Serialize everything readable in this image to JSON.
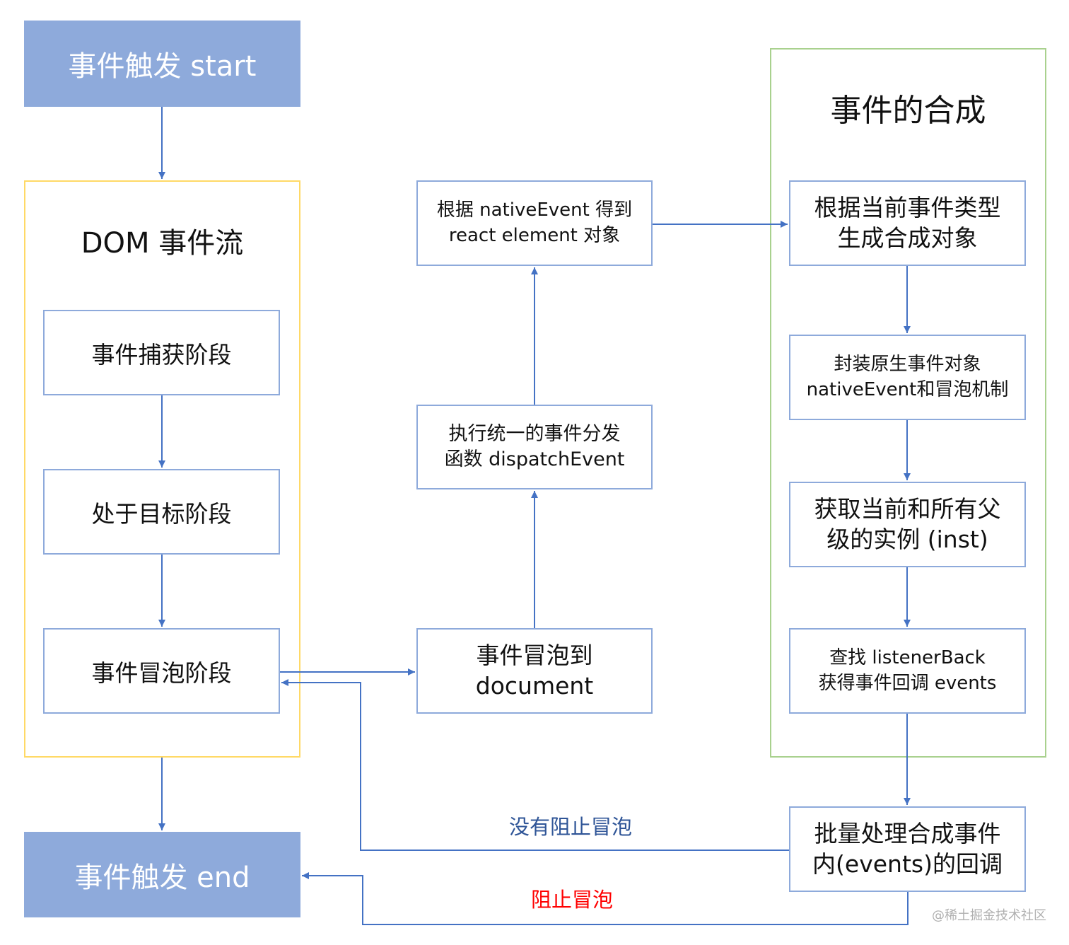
{
  "start": {
    "label": "事件触发 start"
  },
  "end": {
    "label": "事件触发 end"
  },
  "dom_flow": {
    "title": "DOM 事件流",
    "capture": "事件捕获阶段",
    "target": "处于目标阶段",
    "bubble": "事件冒泡阶段"
  },
  "middle": {
    "bubble_to_document": [
      "事件冒泡到",
      "document"
    ],
    "dispatch": [
      "执行统一的事件分发",
      "函数 dispatchEvent"
    ],
    "get_element": [
      "根据 nativeEvent 得到",
      "react element 对象"
    ]
  },
  "synthesis": {
    "title": "事件的合成",
    "create_object": [
      "根据当前事件类型",
      "生成合成对象"
    ],
    "wrap_native": [
      "封装原生事件对象",
      "nativeEvent和冒泡机制"
    ],
    "get_instances": [
      "获取当前和所有父",
      "级的实例 (inst)"
    ],
    "find_listener": [
      "查找 listenerBack",
      "获得事件回调 events"
    ]
  },
  "batch": [
    "批量处理合成事件",
    "内(events)的回调"
  ],
  "labels": {
    "no_stop_bubble": "没有阻止冒泡",
    "stop_bubble": "阻止冒泡"
  },
  "watermark": "@稀土掘金技术社区",
  "colors": {
    "primary_fill": "#8eaadb",
    "arrow": "#4472c4",
    "dom_group_border": "#ffd966",
    "synthesis_group_border": "#a9d18e",
    "no_stop_label": "#2f5597",
    "stop_label": "#ff0000"
  }
}
